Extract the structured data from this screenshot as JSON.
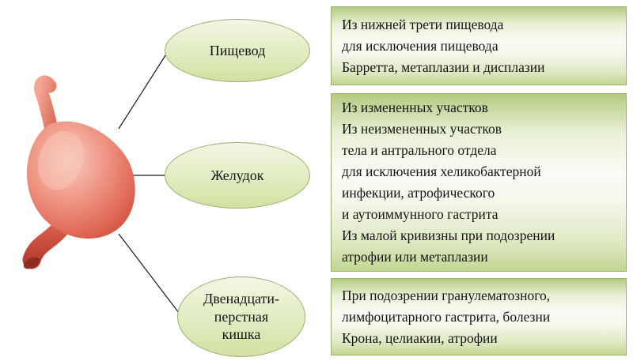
{
  "nodes": [
    {
      "label": "Пищевод"
    },
    {
      "label": "Желудок"
    },
    {
      "label": "Двенадцати-\nперстная\nкишка"
    }
  ],
  "boxes": [
    {
      "text": "Из нижней трети пищевода\nдля исключения пищевода\nБарретта, метаплазии и дисплазии"
    },
    {
      "text": "Из измененных участков\nИз неизмененных участков\nтела и антрального отдела\nдля исключения хеликобактерной\nинфекции, атрофического\nи аутоиммунного гастрита\nИз малой кривизны при подозрении\nатрофии или метаплазии"
    },
    {
      "text": "При подозрении гранулематозного,\nлимфоцитарного гастрита, болезни\nКрона, целиакии, атрофии"
    }
  ],
  "colors": {
    "box_gradient_dark": "#b4cb80",
    "box_gradient_light": "#fbfcf6",
    "ellipse_top": "#f3f7e4",
    "ellipse_bottom": "#d2e1a2",
    "border_green": "#9cb06b",
    "connector_line": "#1a1a1a",
    "stomach_pink": "#ef9483",
    "stomach_red": "#c24936",
    "text": "#141414"
  }
}
